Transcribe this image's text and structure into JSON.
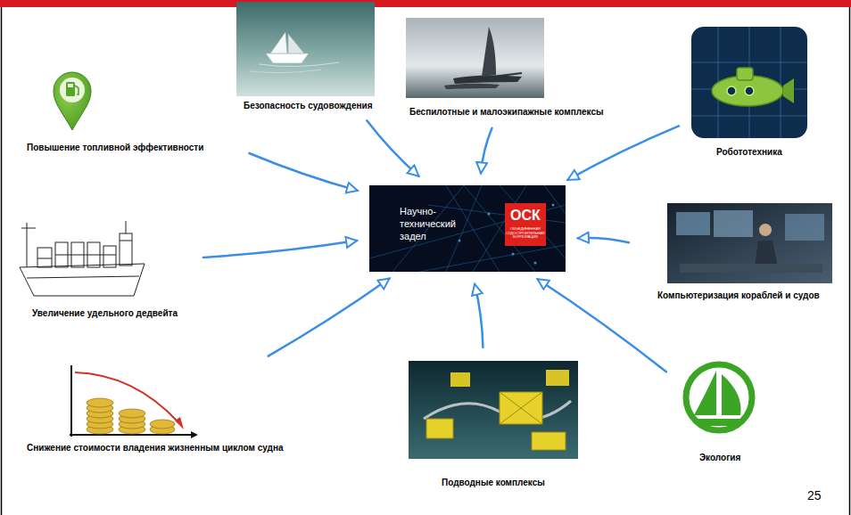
{
  "diagram": {
    "nodes": [
      {
        "text": [
          "Безопасность судовождения"
        ]
      },
      {
        "text": [
          "Беспилотные и малоэкипажные комплексы"
        ]
      },
      {
        "text": [
          "Повышение топливной эффективности"
        ]
      },
      {
        "text": [
          "Робототехника"
        ]
      },
      {
        "text": [
          "Научно-технический задел"
        ]
      },
      {
        "text": [
          "ОСК",
          "ОБЪЕДИНЕННАЯ СУДОСТРОИТЕЛЬНАЯ КОРПОРАЦИЯ"
        ],
        "in": 4
      },
      {
        "text": [
          "Увеличение удельного дедвейта"
        ]
      },
      {
        "text": [
          "Компьютеризация кораблей и судов"
        ]
      },
      {
        "text": [
          "Снижение стоимости владения жизненным циклом судна"
        ]
      },
      {
        "text": [
          "Экология"
        ]
      },
      {
        "text": [
          "Подводные комплексы"
        ]
      }
    ],
    "edges": [
      {
        "from": 0,
        "to": 4,
        "arrow": "to"
      },
      {
        "from": 1,
        "to": 4,
        "arrow": "to"
      },
      {
        "from": 2,
        "to": 4,
        "arrow": "to"
      },
      {
        "from": 3,
        "to": 4,
        "arrow": "to"
      },
      {
        "from": 6,
        "to": 4,
        "arrow": "to"
      },
      {
        "from": 7,
        "to": 4,
        "arrow": "to"
      },
      {
        "from": 8,
        "to": 4,
        "arrow": "to"
      },
      {
        "from": 9,
        "to": 4,
        "arrow": "to"
      },
      {
        "from": 10,
        "to": 4,
        "arrow": "to"
      }
    ],
    "labels": [
      "25"
    ]
  }
}
